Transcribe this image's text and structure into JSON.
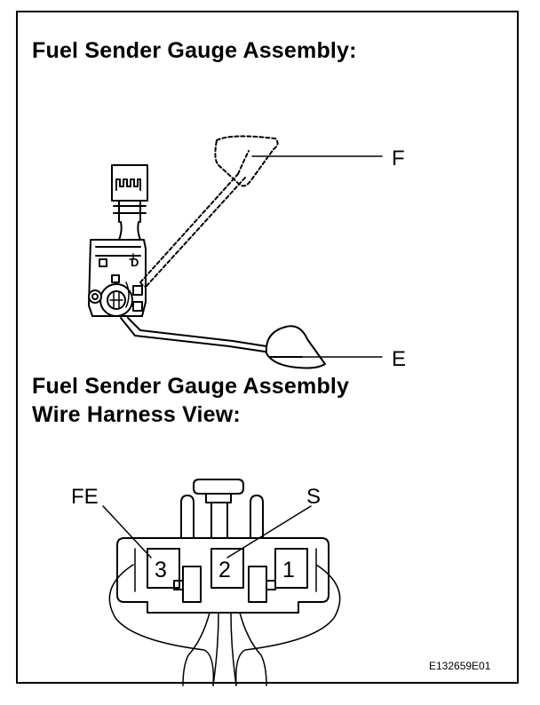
{
  "headings": {
    "sender_assembly": "Fuel Sender Gauge Assembly:",
    "harness_view_line1": "Fuel Sender Gauge Assembly",
    "harness_view_line2": "Wire Harness View:"
  },
  "callouts": {
    "float_full": "F",
    "float_empty": "E"
  },
  "connector": {
    "terminal_labels": {
      "fe": "FE",
      "s": "S"
    },
    "pins": [
      "3",
      "2",
      "1"
    ]
  },
  "figure_reference": "E132659E01"
}
